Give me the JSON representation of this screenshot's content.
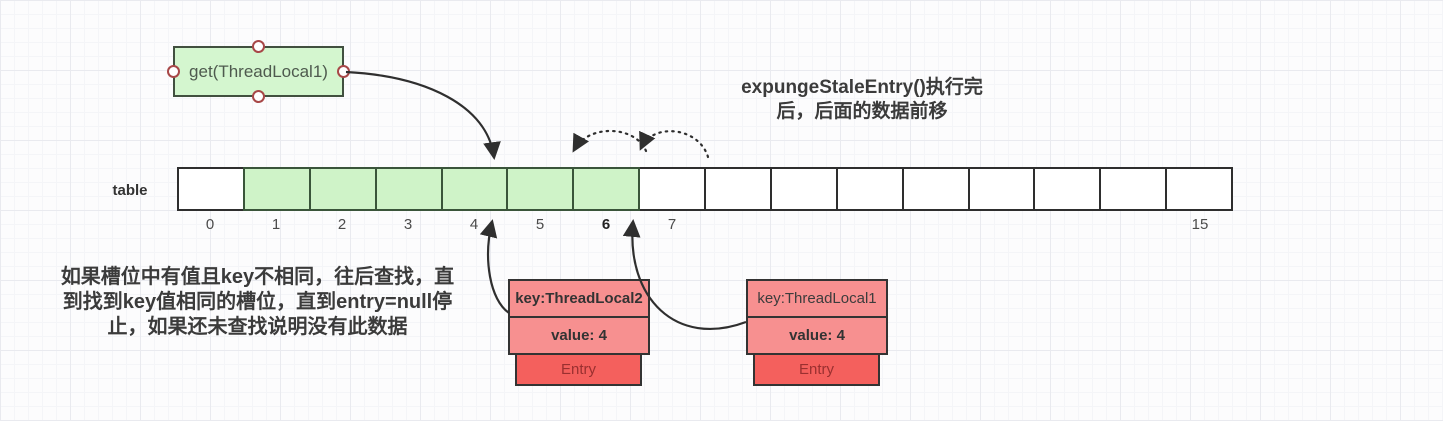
{
  "diagram_title": {
    "lines": [
      "expungeStaleEntry()执行完",
      "后，后面的数据前移"
    ]
  },
  "get_box": {
    "label": "get(ThreadLocal1)"
  },
  "note": {
    "lines": [
      "如果槽位中有值且key不相同，往后查找，直",
      "到找到key值相同的槽位，直到entry=null停",
      "止，如果还未查找说明没有此数据"
    ]
  },
  "table": {
    "label": "table",
    "cells": [
      {
        "index": "0",
        "filled": false,
        "bold": false
      },
      {
        "index": "1",
        "filled": true,
        "bold": false
      },
      {
        "index": "2",
        "filled": true,
        "bold": false
      },
      {
        "index": "3",
        "filled": true,
        "bold": false
      },
      {
        "index": "4",
        "filled": true,
        "bold": false
      },
      {
        "index": "5",
        "filled": true,
        "bold": false
      },
      {
        "index": "6",
        "filled": true,
        "bold": true
      },
      {
        "index": "7",
        "filled": false,
        "bold": false
      },
      {
        "index": "",
        "filled": false,
        "bold": false
      },
      {
        "index": "",
        "filled": false,
        "bold": false
      },
      {
        "index": "",
        "filled": false,
        "bold": false
      },
      {
        "index": "",
        "filled": false,
        "bold": false
      },
      {
        "index": "",
        "filled": false,
        "bold": false
      },
      {
        "index": "",
        "filled": false,
        "bold": false
      },
      {
        "index": "",
        "filled": false,
        "bold": false
      },
      {
        "index": "15",
        "filled": false,
        "bold": false
      }
    ]
  },
  "entries": [
    {
      "key_label": "key:ThreadLocal2",
      "value_label": "value: 4",
      "entry_label": "Entry"
    },
    {
      "key_label": "key:ThreadLocal1",
      "value_label": "value: 4",
      "entry_label": "Entry"
    }
  ],
  "colors": {
    "cell_green": "#cff3c8",
    "cell_green_border": "#3a553a",
    "box_green": "#d4f6cf",
    "box_green_border": "#41503f",
    "pink": "#f79090",
    "red": "#f4605d",
    "entry_text": "#9a3030",
    "box_border": "#333333",
    "arrow": "#2f2f2f",
    "handle_ring": "#a84848"
  }
}
